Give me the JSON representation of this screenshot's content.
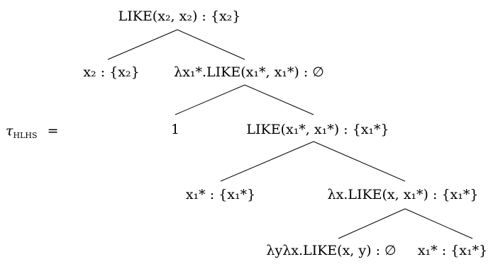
{
  "label": {
    "tau": "τ",
    "tau_sub": "HLHS",
    "equals": "="
  },
  "nodes": {
    "root": "LIKE(x₂, x₂) : {x₂}",
    "x2": "x₂ : {x₂}",
    "lambda_x1": "λx₁*.LIKE(x₁*, x₁*) : ∅",
    "one": "1",
    "like_x1": "LIKE(x₁*, x₁*) : {x₁*}",
    "x1_left": "x₁* : {x₁*}",
    "lambda_x": "λx.LIKE(x, x₁*) : {x₁*}",
    "lambda_yx": "λyλx.LIKE(x, y) : ∅",
    "x1_right": "x₁* : {x₁*}"
  }
}
